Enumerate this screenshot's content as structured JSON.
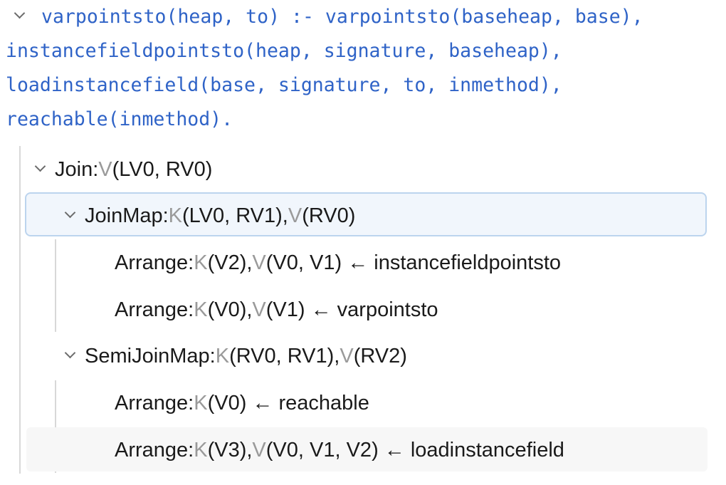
{
  "rule": {
    "lines": [
      "varpointsto(heap, to) :- varpointsto(baseheap, base),",
      "instancefieldpointsto(heap, signature, baseheap),",
      "loadinstancefield(base, signature, to, inmethod),",
      "reachable(inmethod)."
    ]
  },
  "tree": {
    "join": {
      "op": "Join:",
      "v": "V",
      "vargs": "(LV0, RV0)"
    },
    "joinmap": {
      "op": "JoinMap:",
      "k": "K",
      "kargs": "(LV0, RV1),",
      "v": "V",
      "vargs": "(RV0)"
    },
    "arrange1": {
      "op": "Arrange:",
      "k": "K",
      "kargs": "(V2),",
      "v": "V",
      "vargs": "(V0, V1)",
      "src": " ← instancefieldpointsto"
    },
    "arrange2": {
      "op": "Arrange:",
      "k": "K",
      "kargs": "(V0),",
      "v": "V",
      "vargs": "(V1)",
      "src": " ← varpointsto"
    },
    "semijoinmap": {
      "op": "SemiJoinMap:",
      "k": "K",
      "kargs": "(RV0, RV1),",
      "v": "V",
      "vargs": "(RV2)"
    },
    "arrange3": {
      "op": "Arrange:",
      "k": "K",
      "kargs": "(V0)",
      "src": " ← reachable"
    },
    "arrange4": {
      "op": "Arrange:",
      "k": "K",
      "kargs": "(V3),",
      "v": "V",
      "vargs": "(V0, V1, V2)",
      "src": " ← loadinstancefield"
    }
  }
}
